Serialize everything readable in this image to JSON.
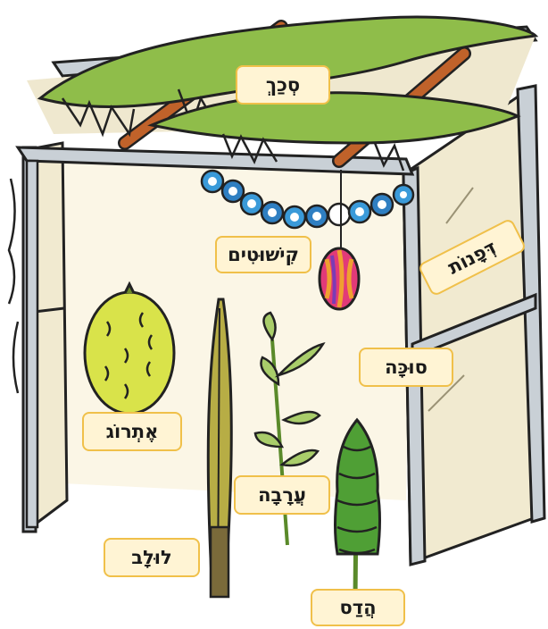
{
  "labels": {
    "sechach": "סְכַךְ",
    "kishutim": "קִישׁוּטִים",
    "dfanot": "דְּפָנוֹת",
    "sukkah": "סוּכָּה",
    "etrog": "אֶתְרוֹג",
    "arava": "עֲרָבָה",
    "lulav": "לוּלָב",
    "hadas": "הֲדַס"
  },
  "colors": {
    "label_fill": "#fff4d4",
    "label_border": "#f0c04a",
    "frame": "#c9d0d6",
    "wall": "#f1ead0",
    "leaf": "#8fbd4a",
    "branch": "#c0622a",
    "etrog": "#d9e34a",
    "hadas": "#4f9f35",
    "lulav": "#b7ad45",
    "bead_blue": "#3a9ad9"
  }
}
